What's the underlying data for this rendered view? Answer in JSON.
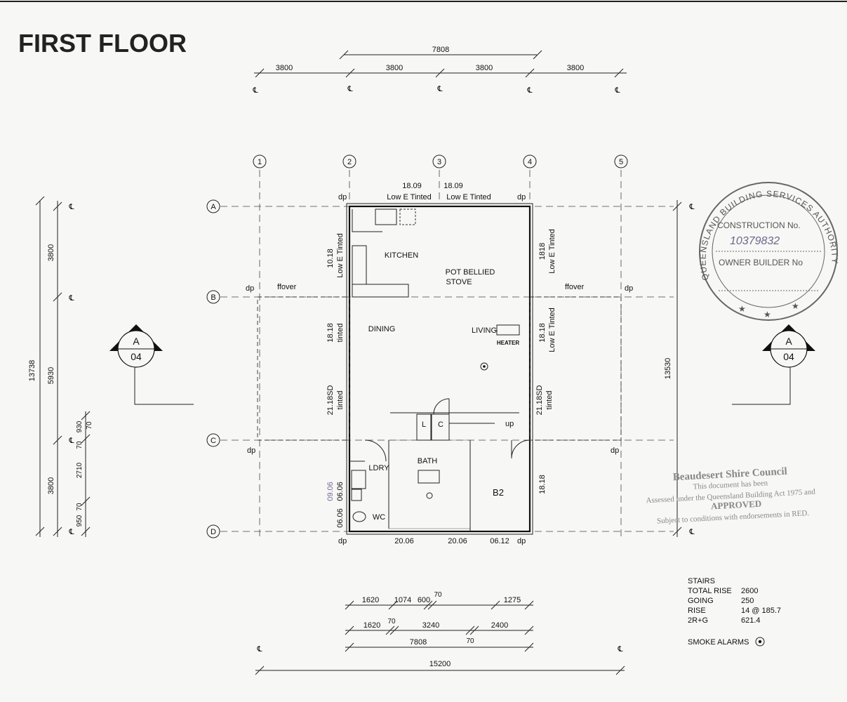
{
  "title": "FIRST FLOOR",
  "top_dims": {
    "overall": "7808",
    "bays": [
      "3800",
      "3800",
      "3800",
      "3800"
    ]
  },
  "centerline_symbol": "℄",
  "grid_columns": [
    "1",
    "2",
    "3",
    "4",
    "5"
  ],
  "grid_rows": [
    "A",
    "B",
    "C",
    "D"
  ],
  "left_dims": {
    "overall": "13738",
    "segments": [
      "3800",
      "5930",
      "3800"
    ],
    "small": [
      "930",
      "70",
      "70",
      "2710",
      "70",
      "950"
    ]
  },
  "right_dims": {
    "overall": "13530"
  },
  "section_marker": {
    "letter": "A",
    "sheet": "04"
  },
  "windows": {
    "top_left": {
      "size": "18.09",
      "type": "Low E Tinted"
    },
    "top_right": {
      "size": "18.09",
      "type": "Low E Tinted"
    },
    "left_kitchen": {
      "size": "10.18",
      "type": "Low E Tinted"
    },
    "right_kitchen": {
      "size": "1818",
      "type": "Low E Tinted"
    },
    "left_dining": {
      "size": "18.18",
      "type": "tinted"
    },
    "right_living": {
      "size": "18.18",
      "type": "Low E Tinted"
    },
    "left_sd": {
      "size": "21.18SD",
      "type": "tinted"
    },
    "right_sd": {
      "size": "21.18SD",
      "type": "tinted"
    },
    "left_laundry": "06.06",
    "left_laundry_2": "06.06",
    "right_bed": "18.18",
    "bottom": [
      "20.06",
      "20.06",
      "06.12"
    ],
    "handwritten": "09.06"
  },
  "labels": {
    "dp": "dp",
    "ffover": "ffover",
    "kitchen": "KITCHEN",
    "stove_1": "POT BELLIED",
    "stove_2": "STOVE",
    "dining": "DINING",
    "living": "LIVING",
    "heater": "HEATER",
    "laundry": "LDRY",
    "bath": "BATH",
    "wc": "WC",
    "l": "L",
    "c": "C",
    "up": "up",
    "b2": "B2"
  },
  "bottom_dims": {
    "row1": [
      "1620",
      "1074",
      "600",
      "70",
      "1275"
    ],
    "row2": [
      "1620",
      "70",
      "3240",
      "2400"
    ],
    "row3": [
      "7808",
      "70"
    ],
    "overall": "15200"
  },
  "stairs": {
    "heading": "STAIRS",
    "rows": [
      {
        "k": "TOTAL RISE",
        "v": "2600"
      },
      {
        "k": "GOING",
        "v": "250"
      },
      {
        "k": "RISE",
        "v": "14 @ 185.7"
      },
      {
        "k": "2R+G",
        "v": "621.4"
      }
    ]
  },
  "smoke_alarms": "SMOKE ALARMS",
  "stamp": {
    "ring_text": "QUEENSLAND BUILDING SERVICES AUTHORITY",
    "construction_label": "CONSTRUCTION No.",
    "construction_number": "10379832",
    "owner_label": "OWNER BUILDER No"
  },
  "council": {
    "name": "Beaudesert Shire Council",
    "line1": "This document has been",
    "line2": "Assessed under the Queensland Building Act 1975 and",
    "line3": "APPROVED",
    "line4": "Subject to conditions with endorsements in RED."
  }
}
